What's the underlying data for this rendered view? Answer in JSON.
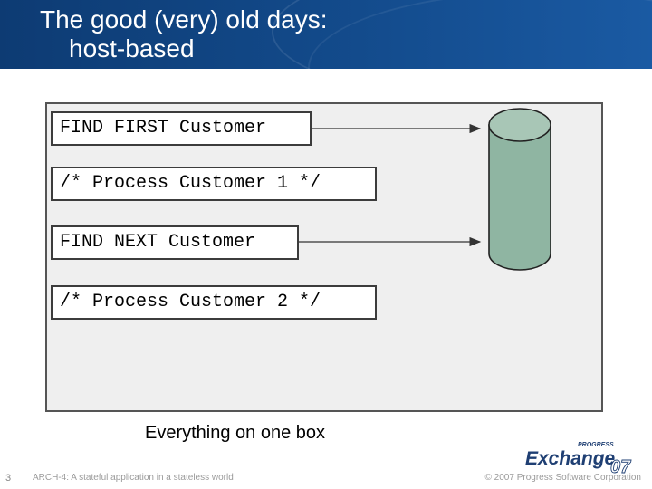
{
  "slide": {
    "title_line1": "The good (very) old days:",
    "title_line2": "host-based",
    "caption": "Everything on one box",
    "page_number": "3",
    "footer_left": "ARCH-4: A stateful application in a stateless world",
    "footer_right": "© 2007 Progress Software Corporation"
  },
  "code_lines": [
    {
      "text": "FIND FIRST Customer",
      "arrow": true
    },
    {
      "text": "/* Process Customer 1 */",
      "arrow": false
    },
    {
      "text": "FIND NEXT Customer",
      "arrow": true
    },
    {
      "text": "/* Process Customer 2 */",
      "arrow": false
    }
  ],
  "logo": {
    "brand": "PROGRESS",
    "word": "Exchange",
    "year": "07"
  },
  "colors": {
    "header": "#134b8c",
    "cylinder": "#8fb5a2",
    "panel": "#efefef"
  }
}
